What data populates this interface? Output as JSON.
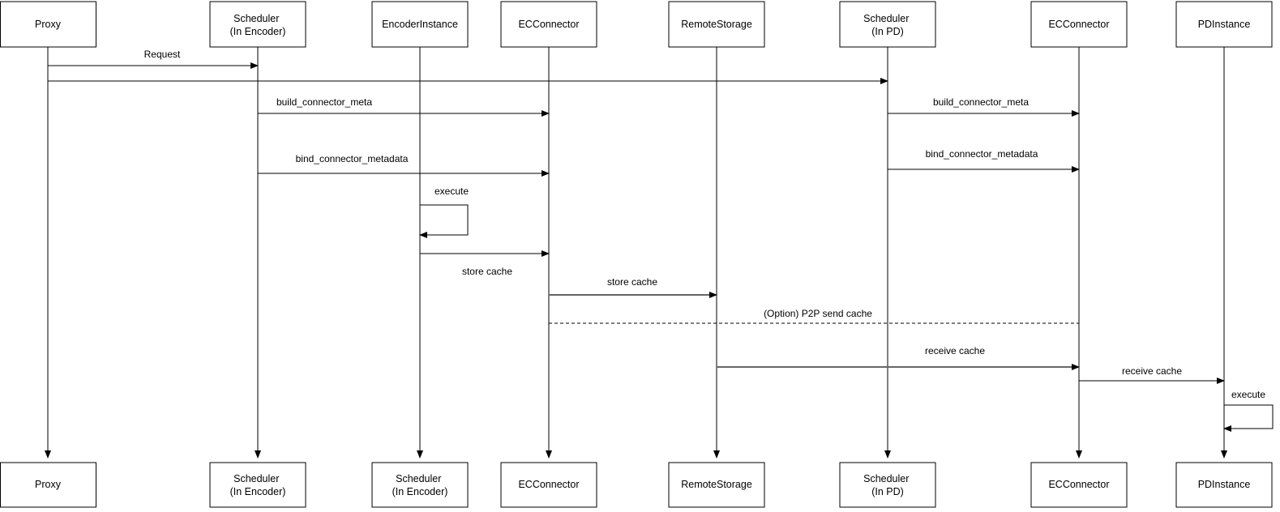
{
  "diagram": {
    "type": "sequence-diagram",
    "colors": {
      "line": "#000000",
      "gray_arrow": "#666666",
      "text": "#000000",
      "background": "#ffffff"
    },
    "actors_top": [
      {
        "lines": [
          "Proxy"
        ]
      },
      {
        "lines": [
          "Scheduler",
          "(In Encoder)"
        ]
      },
      {
        "lines": [
          "EncoderInstance"
        ]
      },
      {
        "lines": [
          "ECConnector"
        ]
      },
      {
        "lines": [
          "RemoteStorage"
        ]
      },
      {
        "lines": [
          "Scheduler",
          "(In PD)"
        ]
      },
      {
        "lines": [
          "ECConnector"
        ]
      },
      {
        "lines": [
          "PDInstance"
        ]
      }
    ],
    "actors_bottom": [
      {
        "lines": [
          "Proxy"
        ]
      },
      {
        "lines": [
          "Scheduler",
          "(In Encoder)"
        ]
      },
      {
        "lines": [
          "Scheduler",
          "(In Encoder)"
        ]
      },
      {
        "lines": [
          "ECConnector"
        ]
      },
      {
        "lines": [
          "RemoteStorage"
        ]
      },
      {
        "lines": [
          "Scheduler",
          "(In PD)"
        ]
      },
      {
        "lines": [
          "ECConnector"
        ]
      },
      {
        "lines": [
          "PDInstance"
        ]
      }
    ],
    "messages": {
      "request": {
        "label": "Request"
      },
      "proxy_to_pd": {
        "label": ""
      },
      "build_meta_left": {
        "label": "build_connector_meta"
      },
      "build_meta_right": {
        "label": "build_connector_meta"
      },
      "bind_meta_left": {
        "label": "bind_connector_metadata"
      },
      "bind_meta_right": {
        "label": "bind_connector_metadata"
      },
      "execute_encoder": {
        "label": "execute"
      },
      "store_cache_1": {
        "label": "store cache"
      },
      "store_cache_2": {
        "label": "store cache"
      },
      "p2p_send": {
        "label": "(Option) P2P send cache"
      },
      "receive_cache_1": {
        "label": "receive cache"
      },
      "receive_cache_2": {
        "label": "receive cache"
      },
      "execute_pd": {
        "label": "execute"
      }
    }
  }
}
